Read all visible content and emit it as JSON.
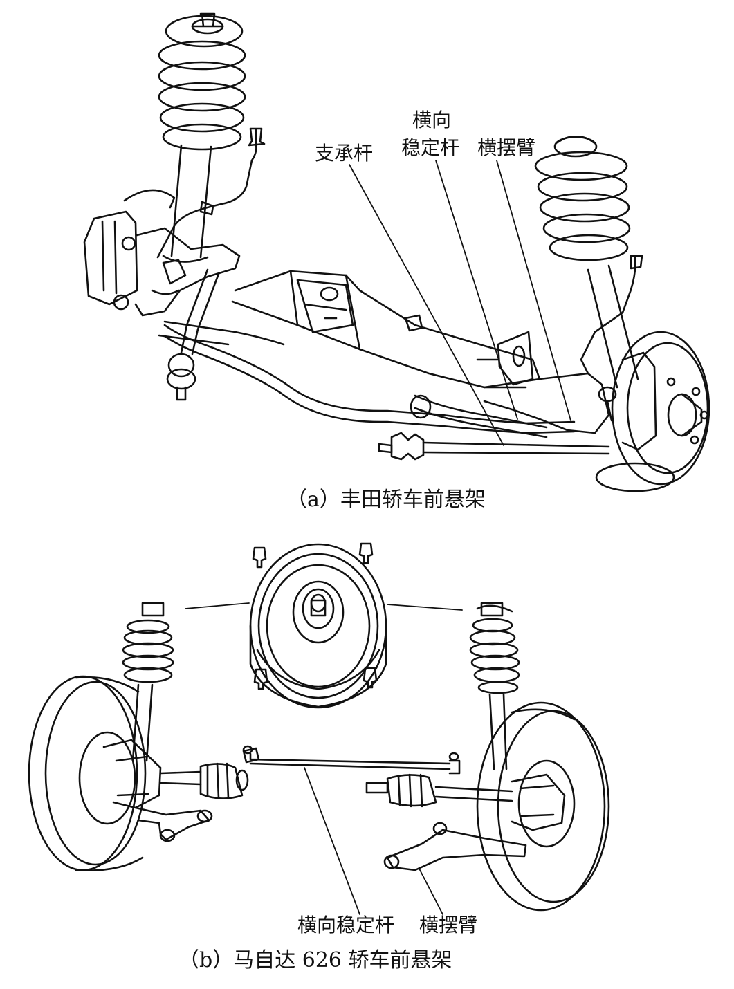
{
  "figure_a": {
    "caption": "（a）丰田轿车前悬架",
    "labels": {
      "support_rod": "支承杆",
      "stabilizer_line1": "横向",
      "stabilizer_line2": "稳定杆",
      "control_arm": "横摆臂"
    }
  },
  "figure_b": {
    "caption": "（b）马自达 626 轿车前悬架",
    "labels": {
      "stabilizer": "横向稳定杆",
      "control_arm": "横摆臂"
    }
  },
  "colors": {
    "line": "#111111",
    "background": "#ffffff"
  }
}
